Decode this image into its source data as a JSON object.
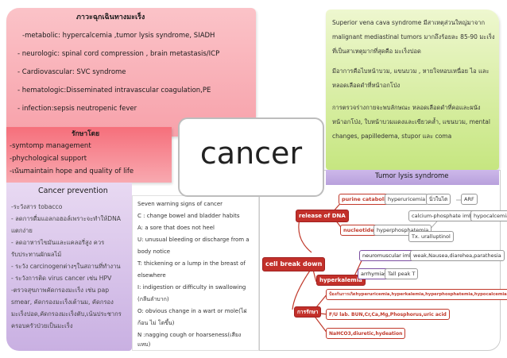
{
  "center_title": "cancer",
  "emergency": {
    "title": "ภาวะฉุกเฉินทางมะเร็ง",
    "items": [
      "-metabolic: hypercalcemia ,tumor lysis syndrome, SIADH",
      "- neurologic: spinal cord compression , brain metastasis/ICP",
      "- Cardiovascular: SVC syndrome",
      "- hematologic:Disseminated intravascular coagulation,PE",
      "- infection:sepsis neutropenic fever"
    ]
  },
  "treatment": {
    "title": "รักษาโดย",
    "items": [
      "-symtomp management",
      "-phychological support",
      "-เน้นmaintain hope and quality of life"
    ]
  },
  "prevention": {
    "title": "Cancer prevention",
    "lines": [
      "-ระวังสาร tobacco",
      "- ลดการดื่มแอลกอฮอล์เพราะจะทำให้DNA",
      "แตกง่าย",
      "- ลดอาหารไขมันและแคลอรี่สูง ควร",
      "รับประทานผักผลไม้",
      "- ระวัง carcinogenต่างๆในสถานที่ทำงาน",
      "- ระวังการติด virus cancer เช่น HPV",
      "-ตรวจสุขภาพคัดกรองมะเร็ง เช่น pap",
      "smear, คัดกรองมะเร็งเต้านม, คัดกรอง",
      "มะเร็งปอด,คัดกรองมะเร็งตับ,เน้นประชากร",
      "ครอบครัวป่วยเป็นมะเร็ง"
    ]
  },
  "warning": {
    "title": "Seven warning signs of cancer",
    "lines": [
      "C : change bowel and bladder habits",
      "A: a sore that does not heel",
      "U: unusual bleeding or discharge from a",
      "body notice",
      "T: thickening or a lump in the breast of",
      "elsewhere",
      "I: indigestion or difficulty in swallowing",
      "(กลืนลำบาก)",
      "O: obvious change in a wart or mole(ไฝ",
      "ก้อน ไม่ โตขึ้น)",
      "N :nagging cough or hoarseness(เสียง",
      "แหบ)"
    ]
  },
  "svc": {
    "lines": [
      "Superior vena cava syndrome มีสาเหตุส่วนใหญ่มาจาก",
      "malignant mediastinal tumors มากถึงร้อยละ 85-90 มะเร็ง",
      "ที่เป็นสาเหตุมากที่สุดคือ มะเร็งปอด",
      "มีอาการคือไบหน้าบวม, แขนบวม , หายใจหอบเหนื่อย ไอ  และ",
      "หลอดเลือดดำที่หน้าอกโป่ง",
      "การตรวจร่างกายจะพบลักษณะ หลอดเลือดดำที่คอและผนัง",
      "หน้าอกโป่ง, ใบหน้าบวมแดงและเขียวคล้ำ, แขนบวม, mental",
      "changes, papilledema, stupor และ coma"
    ]
  },
  "tumor_lysis": {
    "title": "Tumor lysis syndrome",
    "root": "cell break down",
    "branches": {
      "release": "release of DNA",
      "hyperkalemia": "hyperkalemia",
      "treat": "การรักษา"
    },
    "nodes": {
      "purine": "purine catabolism",
      "hyperuricemia": "hyperuricemia",
      "uric_stone": "นิ่วในไต",
      "arf": "ARF",
      "nucleotides": "nucleotides",
      "hyperphos": "hyperphosphatemia",
      "calcium_phosphate": "calcium-phosphate imbalance",
      "hypocalcemia": "hypocalcemia",
      "oliguria": "Tx. uralluptinol",
      "neuromuscular": "neuromuscular imbability",
      "weakness": "weak,Nausea,diarehea,parathesia",
      "arrhymias": "arrhymias",
      "tall_peak": "Tall peak T",
      "treat1": "ป้องกันการเกิดhyperuricemia,hyperkalemia,hyperphosphatemia,hypocalcemia",
      "treat2": "F/U lab. BUN,Cr,Ca,Mg,Phosphorus,uric acid",
      "treat3": "NaHCO3,diuretic,hydeation"
    }
  }
}
